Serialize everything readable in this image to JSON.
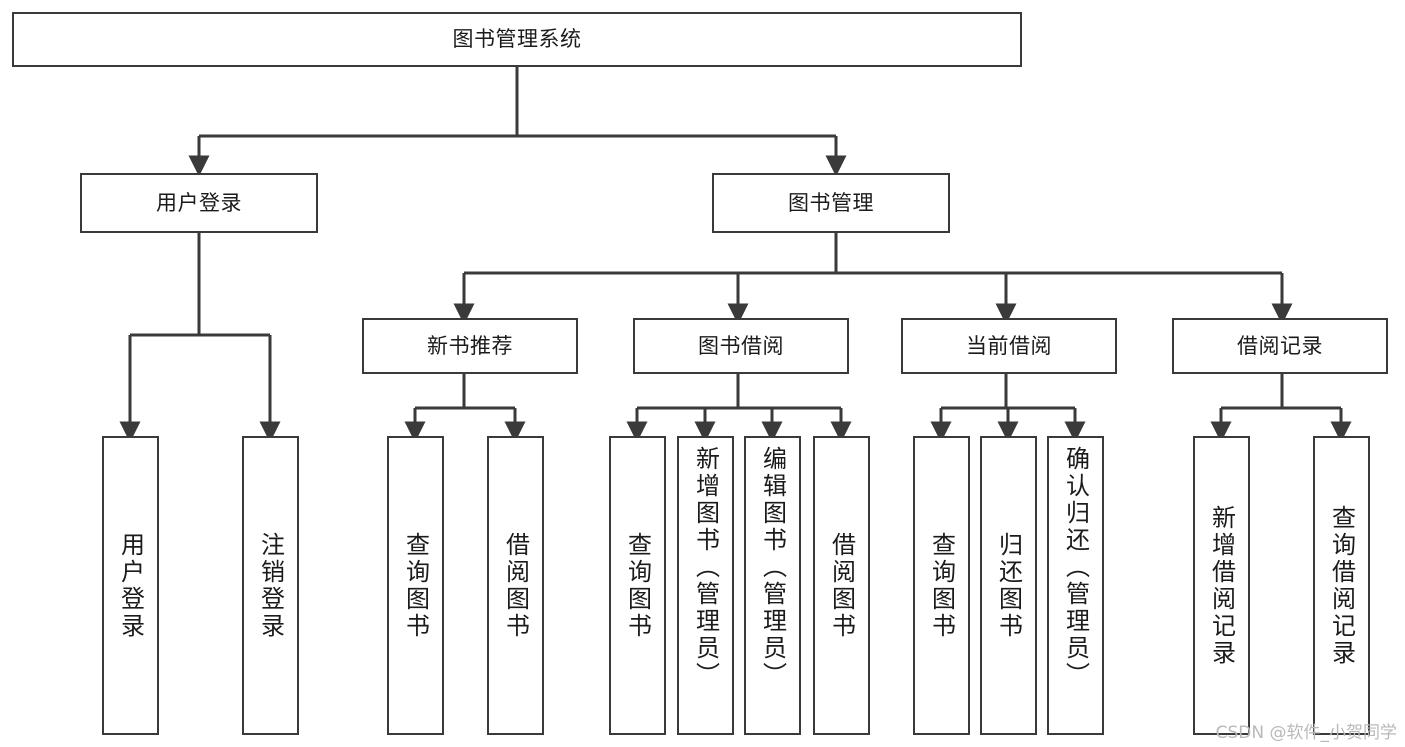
{
  "diagram": {
    "title": "图书管理系统",
    "type": "tree-hierarchy-chart",
    "colors": {
      "node_border": "#3a3a3a",
      "node_fill": "#ffffff",
      "edge": "#3a3a3a",
      "text": "#1b1b1b",
      "background": "#ffffff",
      "watermark": "#b9b9b9"
    }
  },
  "watermark": {
    "text": "CSDN @软件_小贺同学"
  },
  "nodes": {
    "root": {
      "label": "图书管理系统"
    },
    "level1": [
      {
        "id": "user-login",
        "label": "用户登录"
      },
      {
        "id": "book-manage",
        "label": "图书管理"
      }
    ],
    "level2": [
      {
        "id": "new-book-recommend",
        "label": "新书推荐"
      },
      {
        "id": "book-borrow",
        "label": "图书借阅"
      },
      {
        "id": "current-borrow",
        "label": "当前借阅"
      },
      {
        "id": "borrow-record",
        "label": "借阅记录"
      }
    ],
    "leaves": {
      "user_login": [
        {
          "id": "leaf-user-login",
          "label": "用户登录"
        },
        {
          "id": "leaf-logout-login",
          "label": "注销登录"
        }
      ],
      "new_book_recommend": [
        {
          "id": "leaf-query-book-1",
          "label": "查询图书"
        },
        {
          "id": "leaf-borrow-book-1",
          "label": "借阅图书"
        }
      ],
      "book_borrow": [
        {
          "id": "leaf-query-book-2",
          "label": "查询图书"
        },
        {
          "id": "leaf-add-book",
          "label": "新增图书（管理员）"
        },
        {
          "id": "leaf-edit-book",
          "label": "编辑图书（管理员）"
        },
        {
          "id": "leaf-borrow-book-2",
          "label": "借阅图书"
        }
      ],
      "current_borrow": [
        {
          "id": "leaf-query-book-3",
          "label": "查询图书"
        },
        {
          "id": "leaf-return-book",
          "label": "归还图书"
        },
        {
          "id": "leaf-confirm-return",
          "label": "确认归还（管理员）"
        }
      ],
      "borrow_record": [
        {
          "id": "leaf-add-borrow-record",
          "label": "新增借阅记录"
        },
        {
          "id": "leaf-query-borrow-record",
          "label": "查询借阅记录"
        }
      ]
    }
  }
}
